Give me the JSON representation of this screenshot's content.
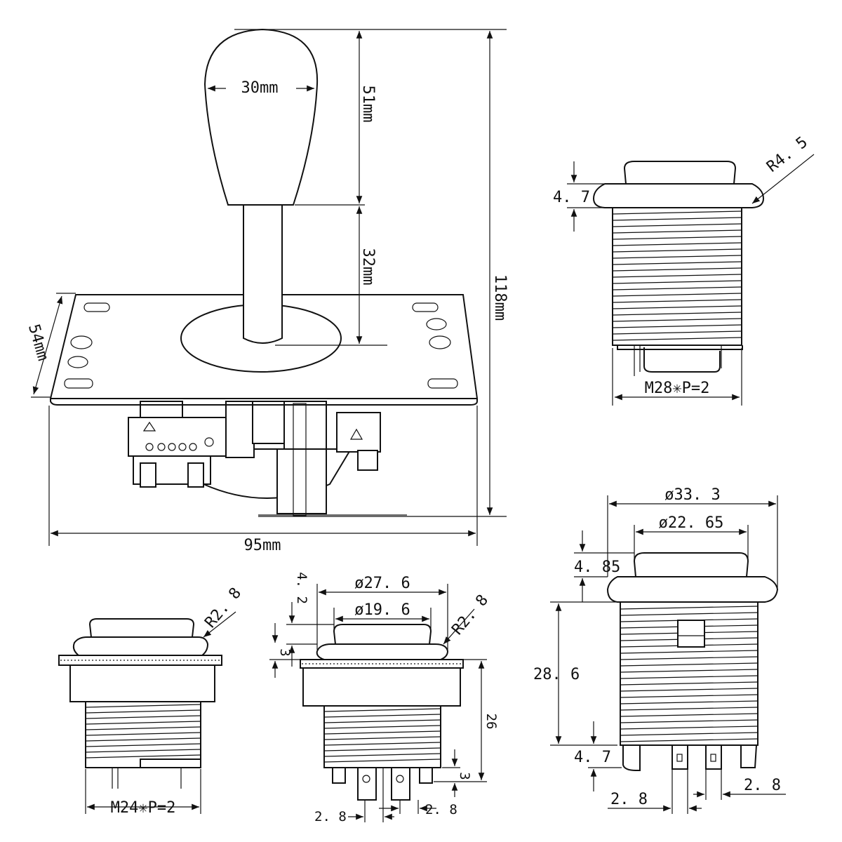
{
  "joystick": {
    "ball_width": "30mm",
    "ball_height": "51mm",
    "shaft_height": "32mm",
    "plate_depth": "54mm",
    "overall_height": "118mm",
    "overall_width": "95mm"
  },
  "button_top_right": {
    "cap_radius": "R4. 5",
    "bezel_height": "4. 7",
    "thread": "M28✳P=2"
  },
  "button_bottom_right": {
    "bezel_diameter": "ø33. 3",
    "cap_diameter": "ø22. 65",
    "cap_height": "4. 85",
    "body_height": "28. 6",
    "terminal_height": "4. 7",
    "terminal_width_left": "2. 8",
    "terminal_width_right": "2. 8"
  },
  "button_bottom_left": {
    "cap_radius": "R2. 8",
    "thread": "M24✳P=2"
  },
  "button_bottom_middle": {
    "cap_height": "4. 2",
    "bezel_height": "3",
    "bezel_diameter": "ø27. 6",
    "cap_diameter": "ø19. 6",
    "cap_radius": "R2. 8",
    "body_height": "26",
    "terminal_height": "3",
    "terminal_width_left": "2. 8",
    "terminal_width_right": "2. 8"
  }
}
